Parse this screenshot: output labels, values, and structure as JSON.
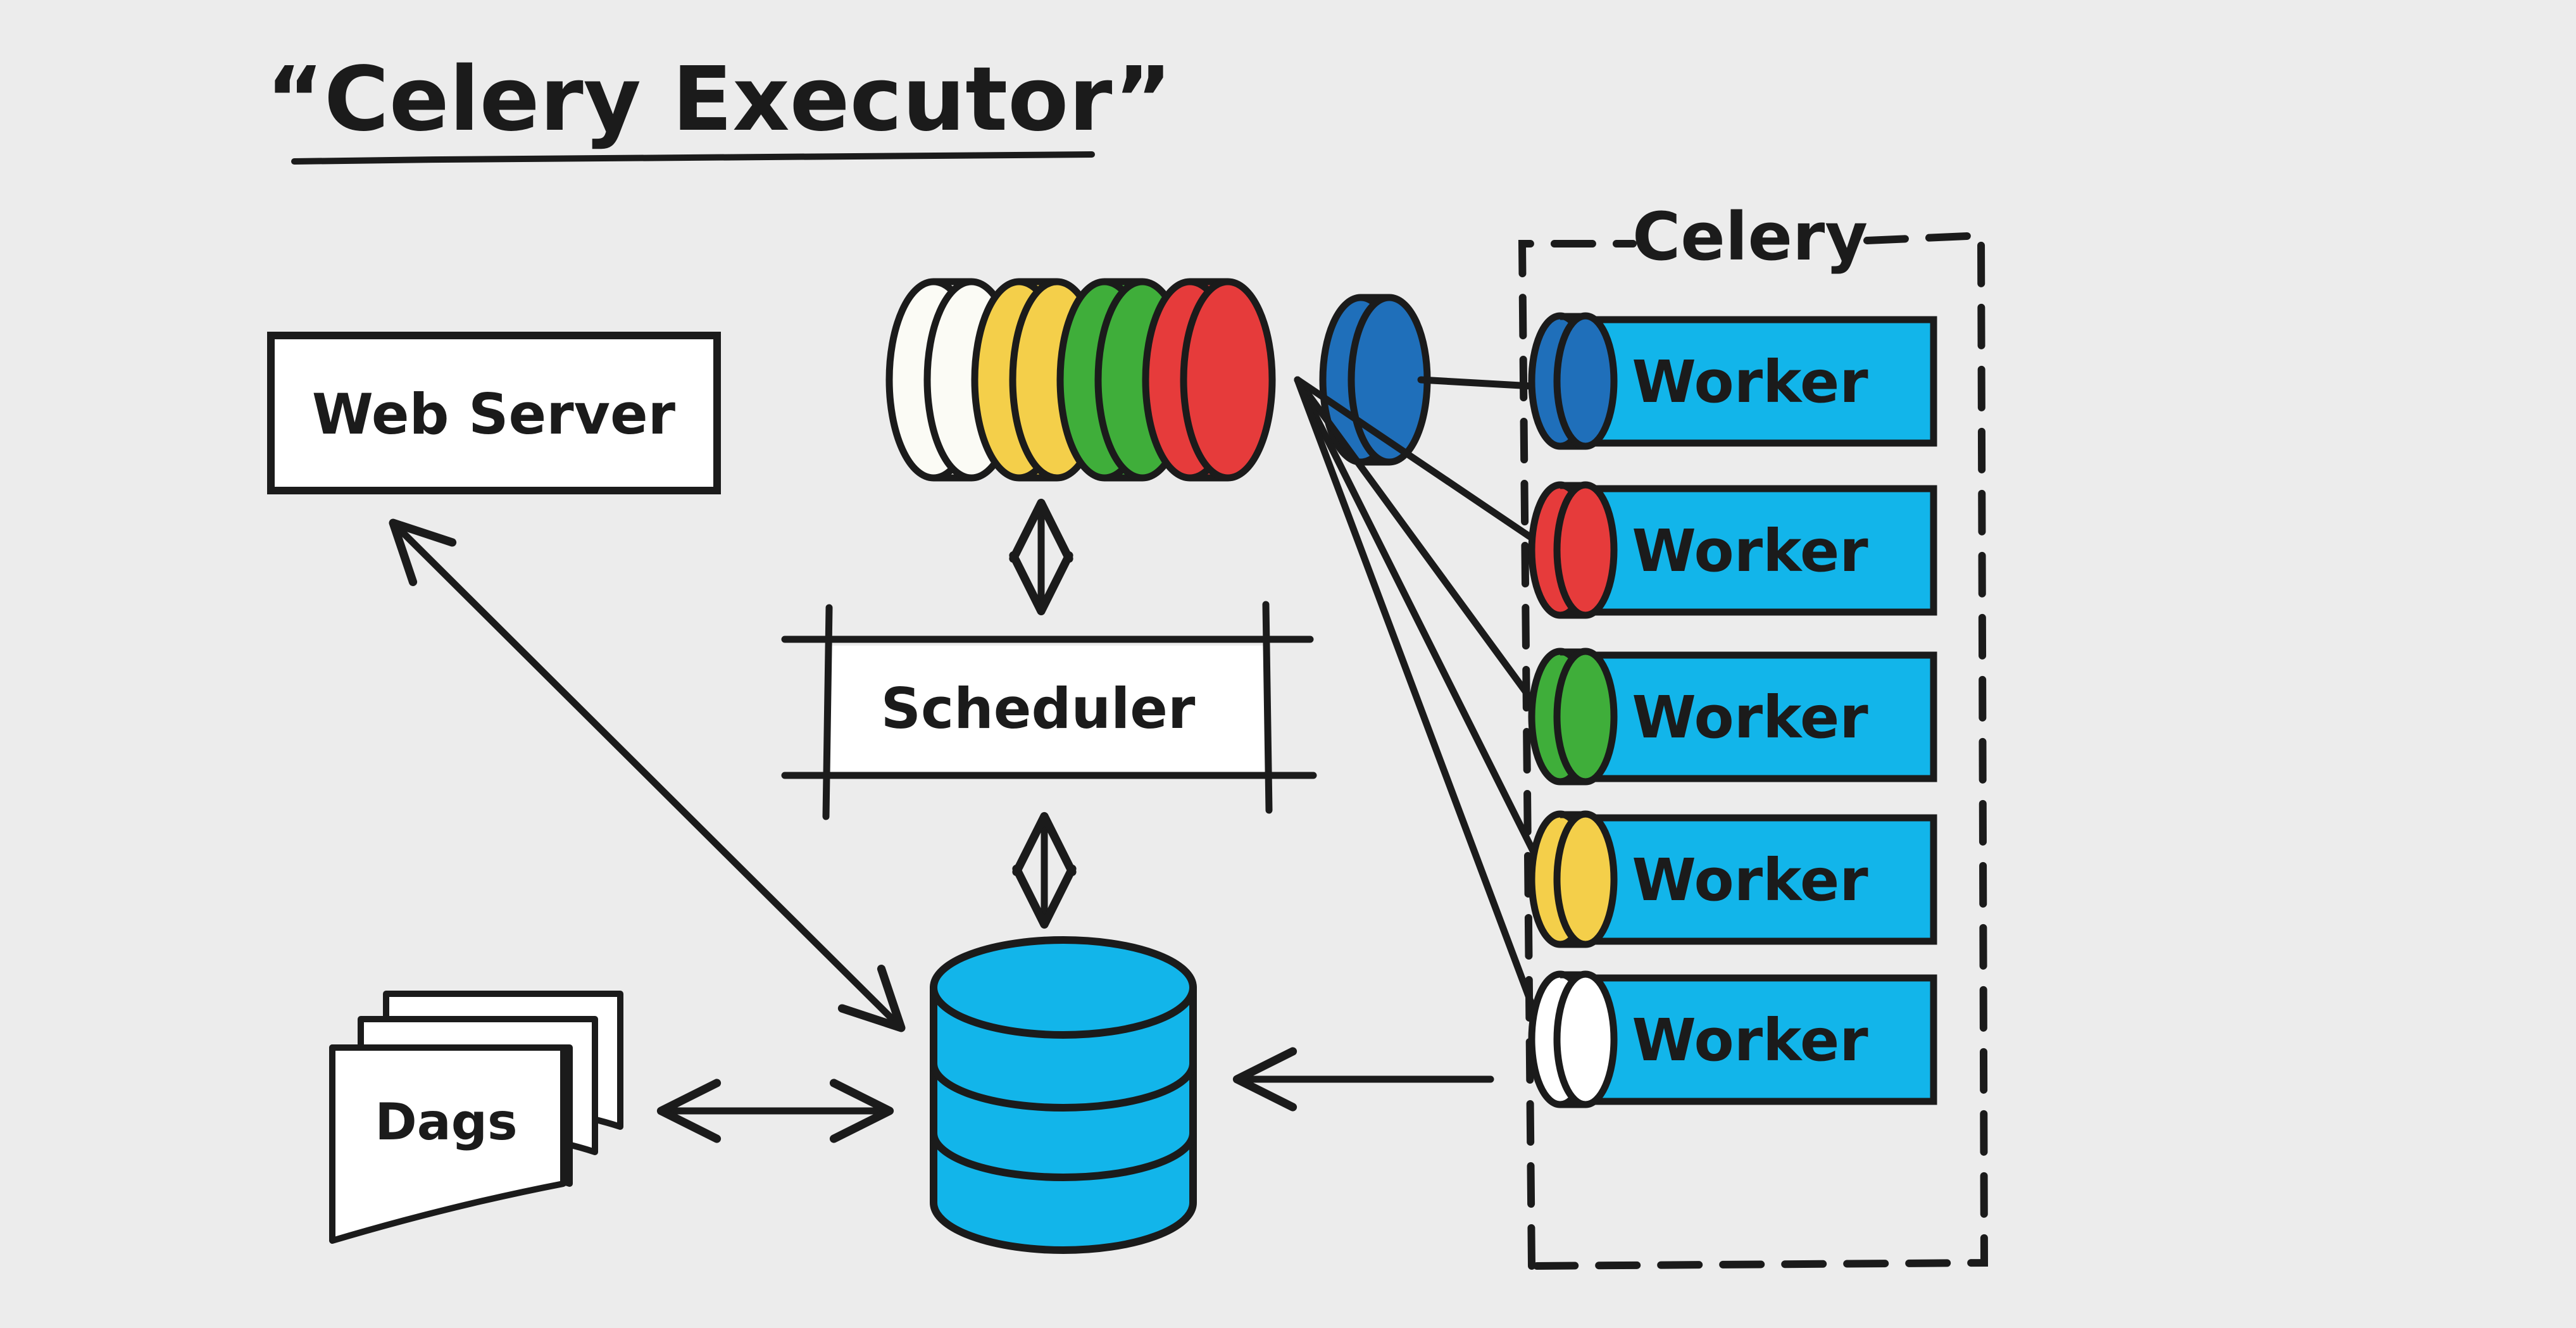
{
  "title": "“Celery Executor”",
  "celery_group_label": "Celery",
  "web_server_label": "Web Server",
  "scheduler_label": "Scheduler",
  "dags_label": "Dags",
  "worker_label": "Worker",
  "workers": [
    {
      "label": "Worker",
      "disk_color": "#1f6fba"
    },
    {
      "label": "Worker",
      "disk_color": "#e63b3b"
    },
    {
      "label": "Worker",
      "disk_color": "#3fae3a"
    },
    {
      "label": "Worker",
      "disk_color": "#f4cf4a"
    },
    {
      "label": "Worker",
      "disk_color": "#ffffff"
    }
  ],
  "queue_colors": [
    "#fbfbf5",
    "#f4cf4a",
    "#3fae3a",
    "#e63b3b"
  ],
  "dispatch_disk_color": "#1f6fba",
  "colors": {
    "background": "#ececec",
    "ink": "#1b1b1b",
    "worker_fill": "#12b5ea",
    "database_fill": "#12b5ea"
  }
}
